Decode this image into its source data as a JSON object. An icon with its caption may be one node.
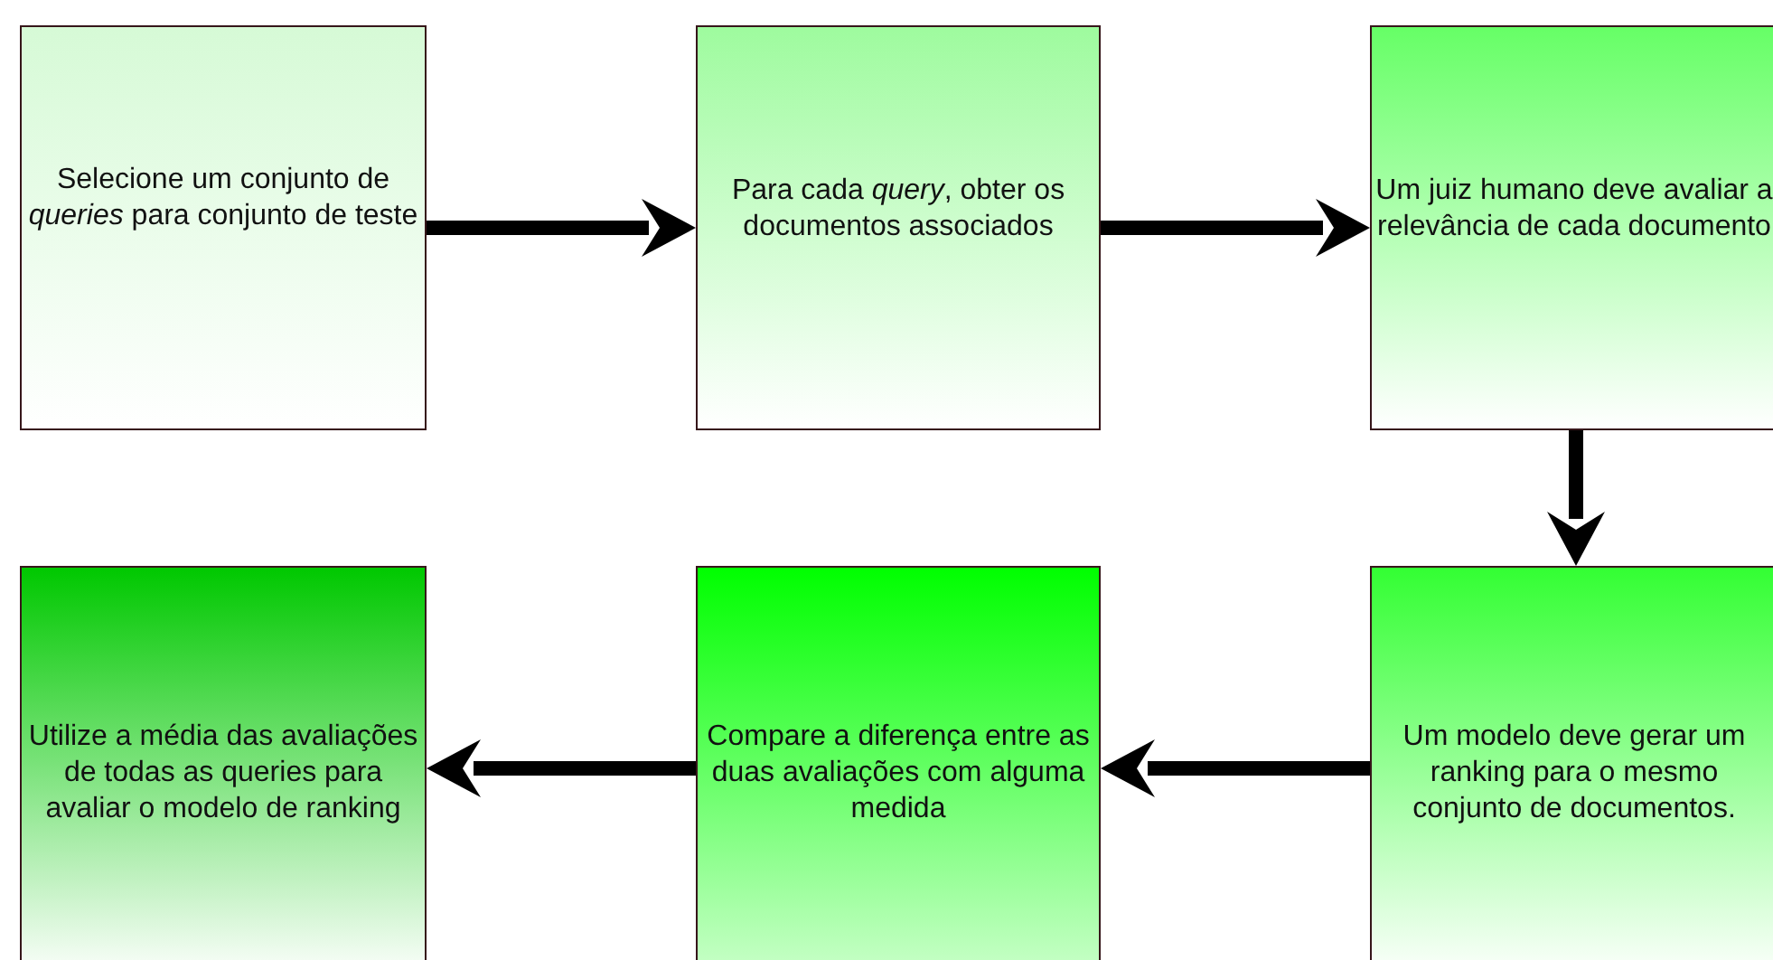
{
  "diagram": {
    "nodes": [
      {
        "text": [
          "Selecione um conjunto de *queries* para conjunto de teste"
        ]
      },
      {
        "text": [
          "Para cada *query*, obter os documentos associados"
        ]
      },
      {
        "text": [
          "Um juiz humano deve avaliar a relevância de cada documento"
        ]
      },
      {
        "text": [
          "Um modelo deve gerar um ranking para o mesmo conjunto de documentos."
        ]
      },
      {
        "text": [
          "Compare a diferença entre as duas avaliações com alguma medida"
        ]
      },
      {
        "text": [
          "Utilize a média das avaliações de todas as queries para avaliar o modelo de ranking"
        ]
      }
    ],
    "edges": [
      {
        "from": 0,
        "to": 1,
        "arrow": "to"
      },
      {
        "from": 1,
        "to": 2,
        "arrow": "to"
      },
      {
        "from": 2,
        "to": 3,
        "arrow": "to"
      },
      {
        "from": 3,
        "to": 4,
        "arrow": "to"
      },
      {
        "from": 4,
        "to": 5,
        "arrow": "to"
      }
    ]
  }
}
